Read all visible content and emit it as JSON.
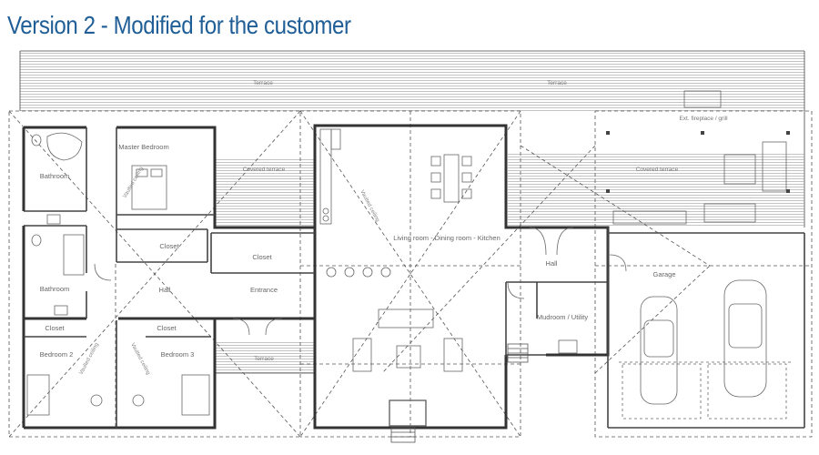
{
  "title": "Version 2 - Modified for the customer",
  "labels": {
    "terrace_left": "Terrace",
    "terrace_right": "Terrace",
    "ext_fireplace": "Ext. fireplace / grill",
    "covered_terrace_left": "Covered terrace",
    "covered_terrace_right": "Covered terrace",
    "master_bedroom": "Master Bedroom",
    "bathroom_1": "Bathroom",
    "bathroom_2": "Bathroom",
    "closet_master": "Closet",
    "closet_entrance": "Closet",
    "closet_bed2": "Closet",
    "closet_bed3": "Closet",
    "hall_left": "Hall",
    "entrance": "Entrance",
    "living": "Living room - Dining room  - Kitchen",
    "hall_right": "Hall",
    "garage": "Garage",
    "mudroom": "Mudroom / Utility",
    "bedroom_2": "Bedroom 2",
    "bedroom_3": "Bedroom 3",
    "terrace_front": "Terrace",
    "vaulted_1": "Vaulted ceiling",
    "vaulted_2": "Vaulted ceiling",
    "vaulted_3": "Vaulted ceiling",
    "vaulted_4": "Vaulted ceiling"
  }
}
